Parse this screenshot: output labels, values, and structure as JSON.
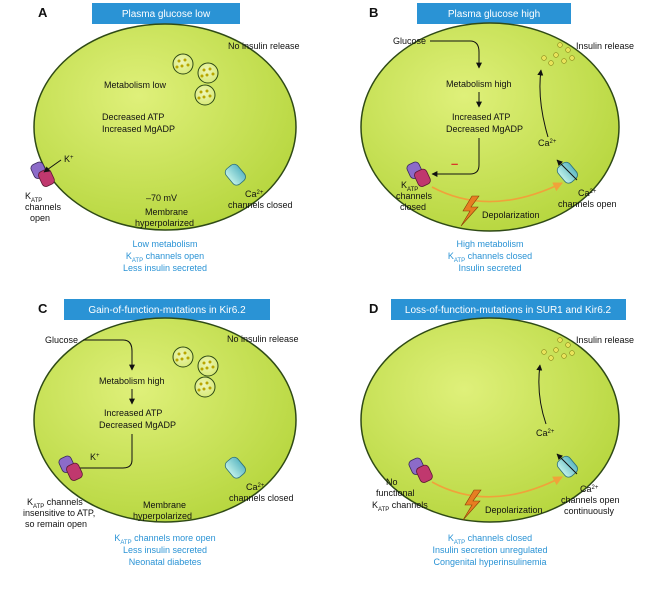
{
  "colors": {
    "cell_fill": "#c9e352",
    "cell_edge": "#2f4a16",
    "title_box": "#2a93d5",
    "summary_text": "#2a93d5",
    "depolarization_arrow": "#f0a23a",
    "inhibit_mark": "#d83a2a"
  },
  "panels": {
    "A": {
      "letter": "A",
      "title": "Plasma glucose low",
      "release": "No insulin release",
      "metab": "Metabolism low",
      "atp1": "Decreased ATP",
      "atp2": "Increased MgADP",
      "k": "K",
      "k_sup": "+",
      "katp_k": "K",
      "katp_sub": "ATP",
      "katp_l2": "channels",
      "katp_l3": "open",
      "mv": "–70 mV",
      "mem1": "Membrane",
      "mem2": "hyperpolarized",
      "ca": "Ca",
      "ca_sup": "2+",
      "ca_l2": "channels closed",
      "sum1": "Low metabolism",
      "sum2_k": "K",
      "sum2_sub": "ATP",
      "sum2_rest": " channels open",
      "sum3": "Less insulin secreted"
    },
    "B": {
      "letter": "B",
      "title": "Plasma glucose high",
      "glucose": "Glucose",
      "release": "Insulin release",
      "metab": "Metabolism high",
      "atp1": "Increased ATP",
      "atp2": "Decreased MgADP",
      "inhibit": "–",
      "ca_in": "Ca",
      "ca_in_sup": "2+",
      "katp_k": "K",
      "katp_sub": "ATP",
      "katp_l2": "channels",
      "katp_l3": "closed",
      "depol": "Depolarization",
      "ca": "Ca",
      "ca_sup": "2+",
      "ca_l2": "channels open",
      "sum1": "High metabolism",
      "sum2_k": "K",
      "sum2_sub": "ATP",
      "sum2_rest": " channels closed",
      "sum3": "Insulin secreted"
    },
    "C": {
      "letter": "C",
      "title": "Gain-of-function-mutations in Kir6.2",
      "glucose": "Glucose",
      "release": "No insulin release",
      "metab": "Metabolism high",
      "atp1": "Increased ATP",
      "atp2": "Decreased MgADP",
      "k": "K",
      "k_sup": "+",
      "katp_k": "K",
      "katp_sub": "ATP",
      "katp_l1rest": " channels",
      "katp_l2": "insensitive to ATP,",
      "katp_l3": "so remain open",
      "mem1": "Membrane",
      "mem2": "hyperpolarized",
      "ca": "Ca",
      "ca_sup": "2+",
      "ca_l2": "channels closed",
      "sum1_k": "K",
      "sum1_sub": "ATP",
      "sum1_rest": " channels more open",
      "sum2": "Less insulin secreted",
      "sum3": "Neonatal diabetes"
    },
    "D": {
      "letter": "D",
      "title": "Loss-of-function-mutations in SUR1 and Kir6.2",
      "release": "Insulin release",
      "ca_in": "Ca",
      "ca_in_sup": "2+",
      "no1": "No",
      "no2": "functional",
      "no3_k": "K",
      "no3_sub": "ATP",
      "no3_rest": " channels",
      "depol": "Depolarization",
      "ca": "Ca",
      "ca_sup": "2+",
      "ca_l2": "channels open",
      "ca_l3": "continuously",
      "sum1_k": "K",
      "sum1_sub": "ATP",
      "sum1_rest": " channels closed",
      "sum2": "Insulin secretion unregulated",
      "sum3": "Congenital hyperinsulinemia"
    }
  }
}
